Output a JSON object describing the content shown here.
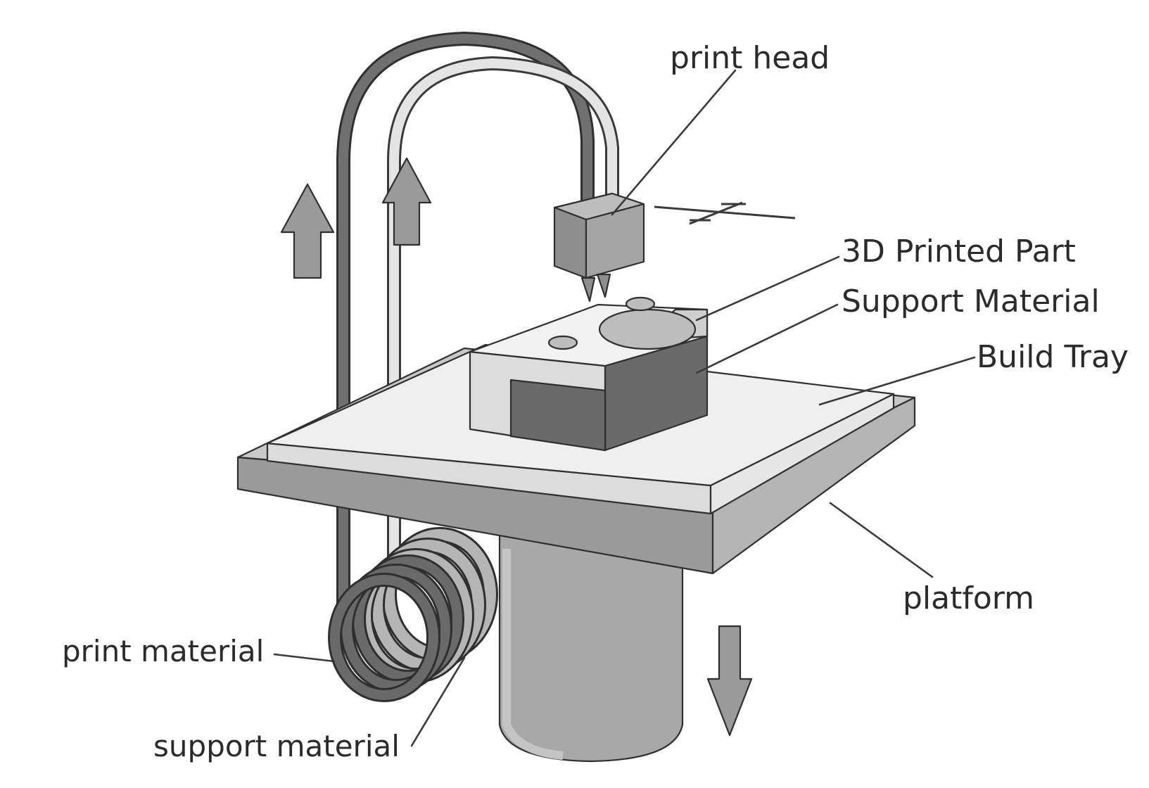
{
  "labels": {
    "print_head": "print head",
    "printed_part": "3D Printed Part",
    "support_material_upper": "Support Material",
    "build_tray": "Build Tray",
    "platform": "platform",
    "print_material": "print material",
    "support_material_lower": "support material"
  },
  "colors": {
    "dark_gray": "#6a6a6a",
    "mid_gray": "#9a9a9a",
    "light_gray": "#cfcfcf",
    "very_light": "#ececec",
    "outline": "#2f2f2f"
  }
}
